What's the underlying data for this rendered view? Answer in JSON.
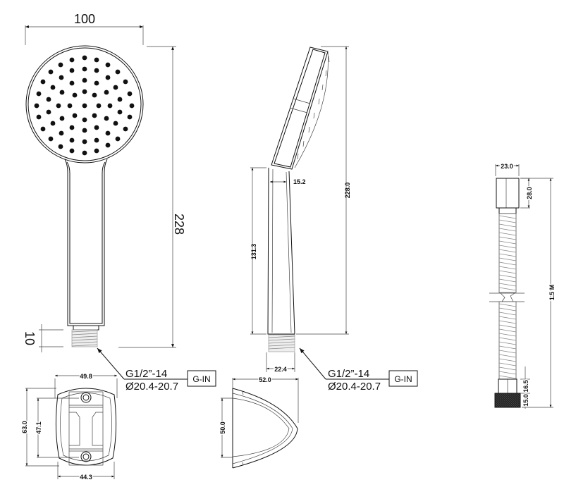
{
  "drawing": {
    "front_view": {
      "width_label": "100",
      "height_label": "228",
      "thread_length_label": "10",
      "thread_spec": "G1/2”-14",
      "thread_diameter": "Ø20.4-20.7",
      "thread_tag": "G-IN"
    },
    "side_view": {
      "total_height_label": "228.0",
      "handle_length_label": "131.3",
      "neck_width_label": "15.2",
      "base_width_label": "22.4",
      "thread_spec": "G1/2”-14",
      "thread_diameter": "Ø20.4-20.7",
      "thread_tag": "G-IN"
    },
    "bracket_front": {
      "top_width_label": "49.8",
      "bottom_width_label": "44.3",
      "outer_height_label": "63.0",
      "inner_height_label": "47.1"
    },
    "bracket_side": {
      "depth_label": "52.0",
      "height_label": "50.0"
    },
    "hose": {
      "nut_width_label": "23.0",
      "nut_height_label": "28.0",
      "length_label": "1.5 M",
      "ferrule_label": "16.5",
      "nut_bottom_label": "15.0"
    }
  }
}
